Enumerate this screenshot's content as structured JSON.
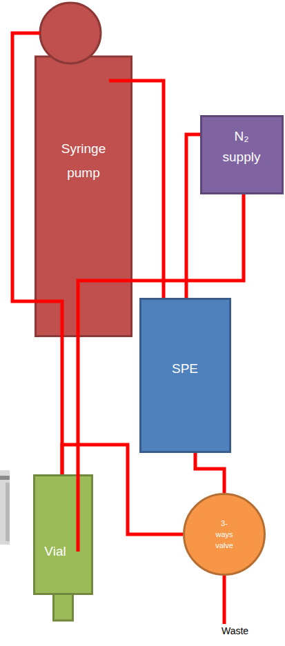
{
  "diagram": {
    "nodes": [
      {
        "text": [
          "Syringe pump"
        ]
      },
      {
        "text": [
          "N₂ supply"
        ]
      },
      {
        "text": [
          "SPE"
        ]
      },
      {
        "text": [
          "Vial"
        ]
      },
      {
        "text": [
          "3- ways valve"
        ]
      }
    ],
    "edges": [
      {
        "from": 0,
        "to": 3,
        "arrow": "none"
      },
      {
        "from": 0,
        "to": 2,
        "arrow": "none"
      },
      {
        "from": 1,
        "to": 2,
        "arrow": "none"
      },
      {
        "from": 1,
        "to": 3,
        "arrow": "none"
      },
      {
        "from": 2,
        "to": 4,
        "arrow": "none"
      },
      {
        "from": 4,
        "to": 3,
        "arrow": "none"
      }
    ],
    "labels": [
      "Waste"
    ]
  }
}
